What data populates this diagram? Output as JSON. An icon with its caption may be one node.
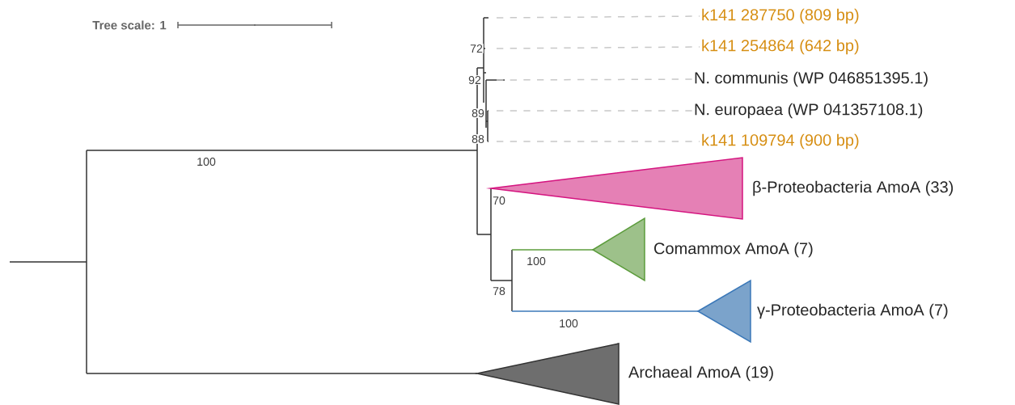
{
  "diagram": {
    "nodes": [
      {
        "text": [
          "k141 287750 (809 bp)"
        ]
      },
      {
        "text": [
          "k141 254864 (642 bp)"
        ]
      },
      {
        "text": [
          "N. communis (WP 046851395.1)"
        ]
      },
      {
        "text": [
          "N. europaea (WP 041357108.1)"
        ]
      },
      {
        "text": [
          "k141 109794 (900 bp)"
        ]
      },
      {
        "text": [
          "β-Proteobacteria AmoA (33)"
        ]
      },
      {
        "text": [
          "Comammox AmoA (7)"
        ]
      },
      {
        "text": [
          "γ-Proteobacteria AmoA (7)"
        ]
      },
      {
        "text": [
          "Archaeal AmoA (19)"
        ]
      }
    ],
    "edges": [
      {
        "from": null,
        "to": 0,
        "arrow": "none",
        "style": "dashed"
      },
      {
        "from": null,
        "to": 1,
        "arrow": "none",
        "style": "dashed"
      },
      {
        "from": null,
        "to": 2,
        "arrow": "none",
        "style": "dashed"
      },
      {
        "from": null,
        "to": 3,
        "arrow": "none",
        "style": "dashed"
      },
      {
        "from": null,
        "to": 4,
        "arrow": "none",
        "style": "dashed"
      }
    ],
    "labels": [
      "Tree scale: 1",
      "72",
      "92",
      "89",
      "88",
      "100",
      "70",
      "100",
      "78",
      "100"
    ]
  }
}
